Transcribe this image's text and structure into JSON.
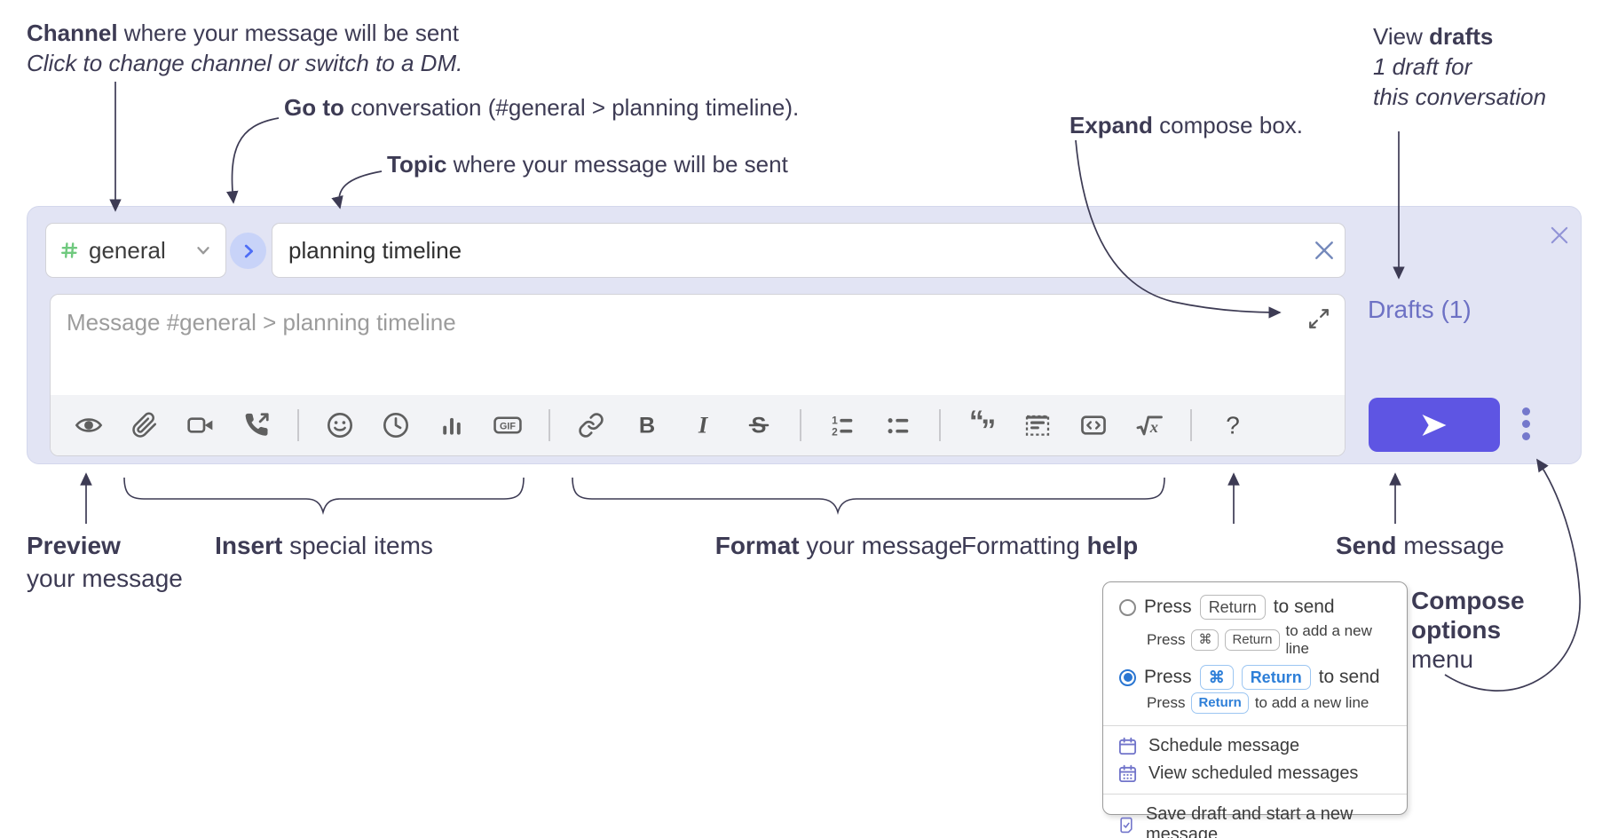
{
  "annotations": {
    "channel": {
      "bold": "Channel",
      "rest": " where your message will be sent",
      "line2": "Click to change channel or switch to a DM."
    },
    "goto": {
      "bold": "Go to",
      "rest": " conversation (#general > planning timeline)."
    },
    "topic": {
      "bold": "Topic",
      "rest": " where your message will be sent"
    },
    "expand": {
      "bold": "Expand",
      "rest": " compose box."
    },
    "view_drafts": {
      "pre": "View ",
      "bold": "drafts",
      "line2": "1 draft for",
      "line3": "this conversation"
    },
    "preview": {
      "bold": "Preview",
      "line2": "your message"
    },
    "insert": {
      "bold": "Insert",
      "rest": " special items"
    },
    "format": {
      "bold": "Format",
      "rest": " your message"
    },
    "formatting_help": {
      "pre": "Formatting ",
      "bold": "help"
    },
    "send": {
      "bold": "Send",
      "rest": " message"
    },
    "compose_options": {
      "bold1": "Compose",
      "bold2": "options",
      "rest": "menu"
    }
  },
  "compose": {
    "channel_selector": {
      "name": "general"
    },
    "topic": {
      "value": "planning timeline"
    },
    "message": {
      "placeholder": "Message #general > planning timeline"
    },
    "drafts_label": "Drafts (1)"
  },
  "toolbar": {
    "icons": [
      "preview-eye",
      "attach-paperclip",
      "video-call",
      "voice-call",
      "emoji",
      "time",
      "poll",
      "gif",
      "link",
      "bold",
      "italic",
      "strikethrough",
      "numbered-list",
      "bulleted-list",
      "quote",
      "spoiler",
      "code",
      "math",
      "help"
    ],
    "glyphs": {
      "gif": "GIF",
      "bold": "B",
      "italic": "I",
      "strike": "S",
      "help": "?",
      "math_x": "x",
      "ol1": "1",
      "ol2": "2",
      "quote_open": "“",
      "quote_close": "”"
    }
  },
  "options_menu": {
    "option1": {
      "pre": "Press",
      "key1": "Return",
      "post": "to send",
      "sub_pre": "Press",
      "sub_key1": "⌘",
      "sub_key2": "Return",
      "sub_post": "to add a new line"
    },
    "option2": {
      "pre": "Press",
      "key1": "⌘",
      "key2": "Return",
      "post": "to send",
      "sub_pre": "Press",
      "sub_key1": "Return",
      "sub_post": "to add a new line"
    },
    "item1": "Schedule message",
    "item2": "View scheduled messages",
    "item3": "Save draft and start a new message"
  },
  "colors": {
    "compose_background": "#e2e4f4",
    "annotation_ink": "#3d3b54",
    "send_button": "#5e55e3",
    "drafts_link": "#6d71c4",
    "channel_hash_green": "#6fc97e",
    "goto_arrow_blue": "#4d6df6",
    "kbd_blue": "#2e7fd8",
    "radio_selected_blue": "#2a76d2",
    "menu_icon_purple": "#7174ca",
    "toolbar_icon_gray": "#5f5f5f"
  }
}
